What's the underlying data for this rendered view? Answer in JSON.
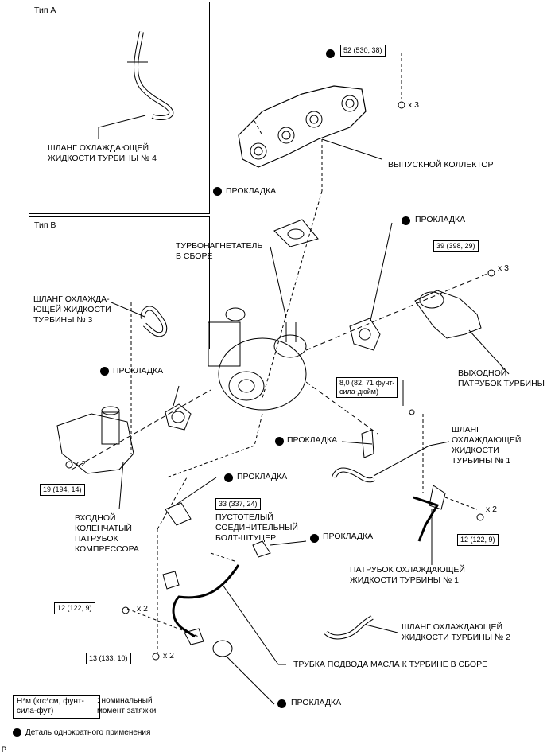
{
  "type_a": {
    "title": "Тип A",
    "hose_label": "ШЛАНГ ОХЛАЖДАЮЩЕЙ\nЖИДКОСТИ ТУРБИНЫ № 4"
  },
  "type_b": {
    "title": "Тип B",
    "hose_label": "ШЛАНГ ОХЛАЖДА-\nЮЩЕЙ ЖИДКОСТИ\nТУРБИНЫ № 3"
  },
  "labels": {
    "exhaust_manifold": "ВЫПУСКНОЙ КОЛЛЕКТОР",
    "gasket": "ПРОКЛАДКА",
    "turbo_assy": "ТУРБОНАГНЕТАТЕЛЬ\nВ СБОРЕ",
    "turbine_outlet": "ВЫХОДНОЙ\nПАТРУБОК ТУРБИНЫ",
    "hose_1": "ШЛАНГ\nОХЛАЖДАЮЩЕЙ\nЖИДКОСТИ\nТУРБИНЫ № 1",
    "compressor_elbow": "ВХОДНОЙ\nКОЛЕНЧАТЫЙ\nПАТРУБОК\nКОМПРЕССОРА",
    "union_bolt": "ПУСТОТЕЛЫЙ\nСОЕДИНИТЕЛЬНЫЙ\nБОЛТ-ШТУЦЕР",
    "pipe_1": "ПАТРУБОК ОХЛАЖДАЮЩЕЙ\nЖИДКОСТИ ТУРБИНЫ № 1",
    "hose_2": "ШЛАНГ ОХЛАЖДАЮЩЕЙ\nЖИДКОСТИ ТУРБИНЫ № 2",
    "oil_pipe": "ТРУБКА ПОДВОДА МАСЛА К ТУРБИНЕ В СБОРЕ"
  },
  "torques": {
    "manifold": "52 (530, 38)",
    "outlet": "39 (398, 29)",
    "small_bolt": "8,0 (82, 71 фунт-\nсила-дюйм)",
    "elbow": "19 (194, 14)",
    "union": "33 (337, 24)",
    "pipe_right": "12 (122, 9)",
    "oil_left": "12 (122, 9)",
    "oil_bottom": "13 (133, 10)"
  },
  "quantities": {
    "manifold": "x 3",
    "outlet": "x 3",
    "elbow": "x 2",
    "pipe_right": "x 2",
    "oil_left": "x 2",
    "oil_bottom": "x 2"
  },
  "legend": {
    "torque_unit": "Н*м (кгс*см, фунт-\nсила-фут)",
    "torque_desc": ": номинальный\nмомент затяжки",
    "single_use": "Деталь однократного применения"
  },
  "footer_mark": "P"
}
